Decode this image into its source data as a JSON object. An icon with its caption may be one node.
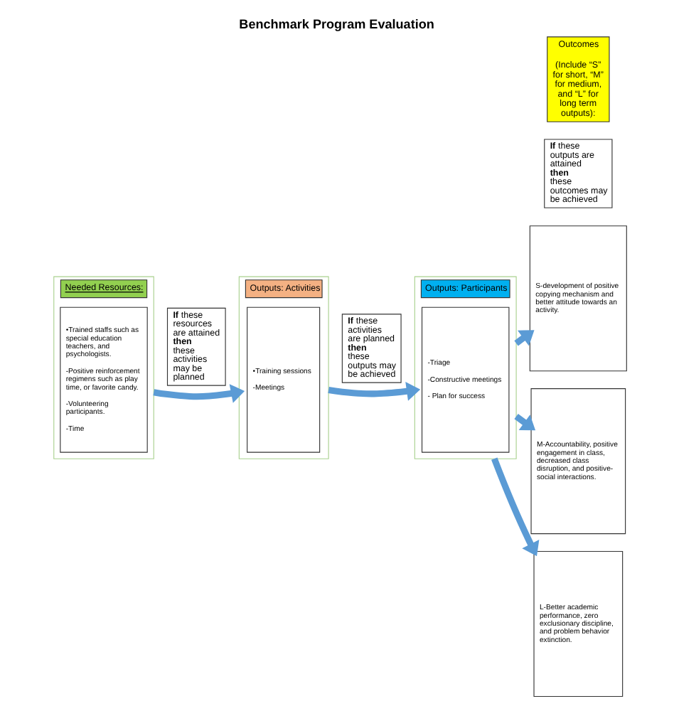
{
  "diagram": {
    "title": "Benchmark Program Evaluation",
    "nodes": [
      {
        "text": [
          "Needed Resources:"
        ]
      },
      {
        "text": [
          "•Trained staffs such as special education teachers, and psychologists.",
          "-Positive reinforcement regimens such as play time, or favorite candy.",
          "-Volunteering participants.",
          "-Time"
        ],
        "in": 0
      },
      {
        "text": [
          "**If** these resources are attained **then** these activities may be planned"
        ]
      },
      {
        "text": [
          "Outputs: Activities"
        ]
      },
      {
        "text": [
          "•Training sessions",
          "-Meetings"
        ],
        "in": 3
      },
      {
        "text": [
          "**If** these activities are planned **then** these outputs may be achieved"
        ]
      },
      {
        "text": [
          "Outputs: Participants"
        ]
      },
      {
        "text": [
          "-Triage",
          "-Constructive meetings",
          "- Plan for success"
        ],
        "in": 6
      },
      {
        "text": [
          "**If** these outputs are attained **then** these outcomes may be achieved"
        ]
      },
      {
        "text": [
          "Outcomes",
          "(Include “S” for short, “M” for medium, and “L” for long term outputs):"
        ]
      },
      {
        "text": [
          "S-development of positive copying mechanism and better attitude towards an activity."
        ]
      },
      {
        "text": [
          "M-Accountability, positive engagement in class, decreased class disruption, and positive-social interactions."
        ]
      },
      {
        "text": [
          "L-Better academic performance, zero exclusionary discipline, and problem behavior extinction."
        ]
      }
    ],
    "edges": [
      {
        "from": 0,
        "to": 3,
        "arrow": "to"
      },
      {
        "from": 3,
        "to": 6,
        "arrow": "to"
      },
      {
        "from": 6,
        "to": 10,
        "arrow": "to"
      },
      {
        "from": 6,
        "to": 11,
        "arrow": "to"
      },
      {
        "from": 6,
        "to": 12,
        "arrow": "to"
      }
    ]
  }
}
